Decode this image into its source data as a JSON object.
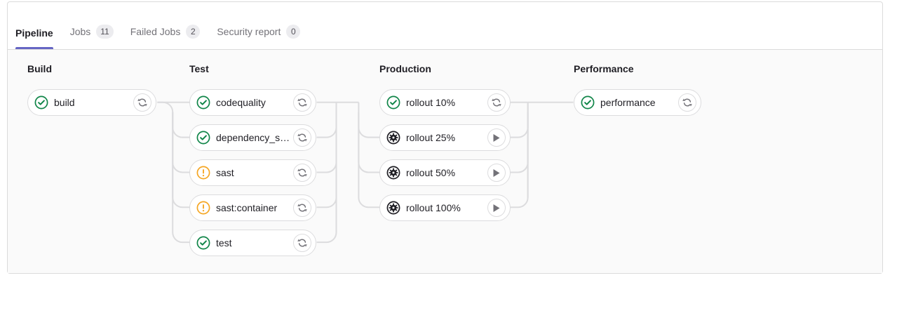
{
  "tabs": [
    {
      "label": "Pipeline",
      "badge": null,
      "active": true,
      "name": "tab-pipeline"
    },
    {
      "label": "Jobs",
      "badge": "11",
      "active": false,
      "name": "tab-jobs"
    },
    {
      "label": "Failed Jobs",
      "badge": "2",
      "active": false,
      "name": "tab-failed-jobs"
    },
    {
      "label": "Security report",
      "badge": "0",
      "active": false,
      "name": "tab-security-report"
    }
  ],
  "colors": {
    "accent": "#6666c4",
    "success": "#108548",
    "warning": "#ab6100",
    "warning_icon": "#f5a623",
    "manual": "#1f1e24",
    "connector": "#dcdcde",
    "graph_background": "#fafafa",
    "card_background": "#ffffff",
    "border": "#dbdbdb",
    "text": "#1f1e24",
    "muted_text": "#737278"
  },
  "stages": [
    {
      "title": "Build",
      "name": "stage-build",
      "jobs": [
        {
          "label": "build",
          "status": "success",
          "status_icon": "status-success-icon",
          "action": "retry",
          "action_icon": "retry-icon"
        }
      ]
    },
    {
      "title": "Test",
      "name": "stage-test",
      "jobs": [
        {
          "label": "codequality",
          "status": "success",
          "status_icon": "status-success-icon",
          "action": "retry",
          "action_icon": "retry-icon"
        },
        {
          "label": "dependency_s…",
          "status": "success",
          "status_icon": "status-success-icon",
          "action": "retry",
          "action_icon": "retry-icon"
        },
        {
          "label": "sast",
          "status": "warning",
          "status_icon": "status-warning-icon",
          "action": "retry",
          "action_icon": "retry-icon"
        },
        {
          "label": "sast:container",
          "status": "warning",
          "status_icon": "status-warning-icon",
          "action": "retry",
          "action_icon": "retry-icon"
        },
        {
          "label": "test",
          "status": "success",
          "status_icon": "status-success-icon",
          "action": "retry",
          "action_icon": "retry-icon"
        }
      ]
    },
    {
      "title": "Production",
      "name": "stage-production",
      "jobs": [
        {
          "label": "rollout 10%",
          "status": "success",
          "status_icon": "status-success-icon",
          "action": "retry",
          "action_icon": "retry-icon"
        },
        {
          "label": "rollout 25%",
          "status": "manual",
          "status_icon": "status-manual-icon",
          "action": "play",
          "action_icon": "play-icon"
        },
        {
          "label": "rollout 50%",
          "status": "manual",
          "status_icon": "status-manual-icon",
          "action": "play",
          "action_icon": "play-icon"
        },
        {
          "label": "rollout 100%",
          "status": "manual",
          "status_icon": "status-manual-icon",
          "action": "play",
          "action_icon": "play-icon"
        }
      ]
    },
    {
      "title": "Performance",
      "name": "stage-performance",
      "jobs": [
        {
          "label": "performance",
          "status": "success",
          "status_icon": "status-success-icon",
          "action": "retry",
          "action_icon": "retry-icon"
        }
      ]
    }
  ],
  "layout": {
    "stage_x": [
      28,
      259,
      530,
      807
    ],
    "job_width": [
      184,
      181,
      187,
      182
    ],
    "row_y": [
      56,
      106,
      156,
      206,
      256
    ],
    "trunk_x": [
      234,
      468,
      500,
      742
    ]
  }
}
